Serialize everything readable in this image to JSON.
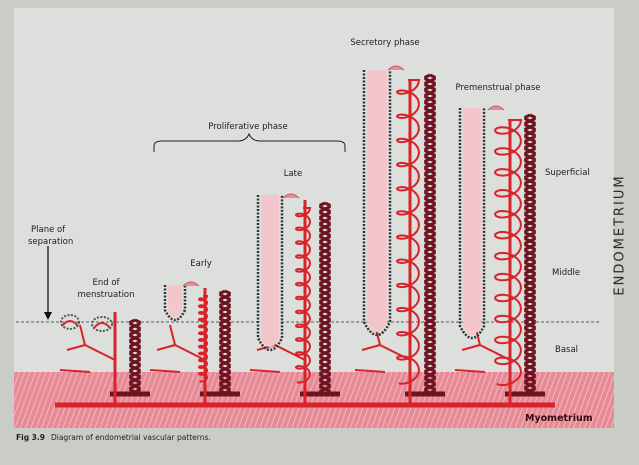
{
  "figure": {
    "side_label": "ENDOMETRIUM",
    "caption_number": "Fig 3.9",
    "caption_text": "Diagram of endometrial vascular patterns.",
    "phases": {
      "proliferative": "Proliferative phase",
      "early": "Early",
      "late": "Late",
      "secretory": "Secretory phase",
      "premenstrual": "Premenstrual phase"
    },
    "annotations": {
      "plane_of_separation": [
        "Plane of",
        "separation"
      ],
      "end_of_menstruation": [
        "End of",
        "menstruation"
      ]
    },
    "layers": {
      "superficial": "Superficial",
      "middle": "Middle",
      "basal": "Basal",
      "myometrium": "Myometrium"
    },
    "colors": {
      "artery": "#d8232a",
      "vein": "#6e1420",
      "myometrium": "#e07f8a",
      "background": "#dcdfdb"
    }
  }
}
